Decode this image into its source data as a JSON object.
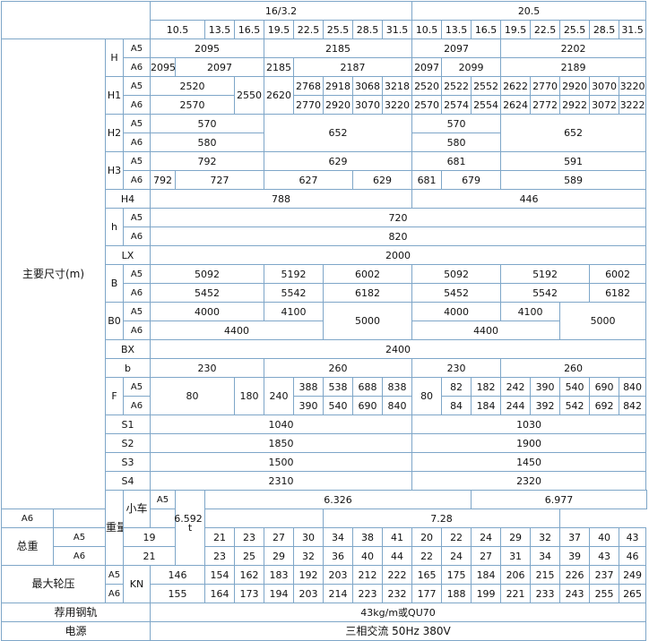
{
  "groups": {
    "main_dims": "主要尺寸(m)",
    "weight": "重量",
    "trolley": "小车",
    "total_weight": "总重",
    "max_wheel_load": "最大轮压",
    "rail": "荐用钢轨",
    "power": "电源"
  },
  "units": {
    "t": "t",
    "kn": "KN"
  },
  "work_classes": {
    "a5": "A5",
    "a6": "A6"
  },
  "capacities": [
    "16/3.2",
    "20.5"
  ],
  "spans": [
    "10.5",
    "13.5",
    "16.5",
    "19.5",
    "22.5",
    "25.5",
    "28.5",
    "31.5",
    "10.5",
    "13.5",
    "16.5",
    "19.5",
    "22.5",
    "25.5",
    "28.5",
    "31.5"
  ],
  "params": {
    "H": "H",
    "H1": "H1",
    "H2": "H2",
    "H3": "H3",
    "H4": "H4",
    "h": "h",
    "LX": "LX",
    "B": "B",
    "B0": "B0",
    "BX": "BX",
    "b": "b",
    "F": "F",
    "S1": "S1",
    "S2": "S2",
    "S3": "S3",
    "S4": "S4"
  },
  "values": {
    "H": {
      "a5": [
        "2095",
        "2185",
        "2097",
        "2202"
      ],
      "a6": [
        "2095",
        "2097",
        "2185",
        "2187",
        "2097",
        "2099",
        "2189"
      ]
    },
    "H1": {
      "a5": [
        "2520",
        "2550",
        "2620",
        "2768",
        "2918",
        "3068",
        "3218",
        "2520",
        "2522",
        "2552",
        "2622",
        "2770",
        "2920",
        "3070",
        "3220"
      ],
      "a6": [
        "2570",
        "2770",
        "2920",
        "3070",
        "3220",
        "2570",
        "2574",
        "2554",
        "2624",
        "2772",
        "2922",
        "3072",
        "3222"
      ]
    },
    "H2": {
      "a5": [
        "570",
        "652",
        "570",
        "652"
      ],
      "a6": [
        "580",
        "580"
      ]
    },
    "H3": {
      "a5": [
        "792",
        "629",
        "681",
        "591"
      ],
      "a6": [
        "792",
        "727",
        "627",
        "629",
        "681",
        "679",
        "589"
      ]
    },
    "H4": [
      "788",
      "446"
    ],
    "h": {
      "a5": "720",
      "a6": "820"
    },
    "LX": "2000",
    "B": {
      "a5": [
        "5092",
        "5192",
        "6002",
        "5092",
        "5192",
        "6002"
      ],
      "a6": [
        "5452",
        "5542",
        "6182",
        "5452",
        "5542",
        "6182"
      ]
    },
    "B0": {
      "a5": [
        "4000",
        "4100",
        "5000",
        "4000",
        "4100",
        "5000"
      ],
      "a6": [
        "4400",
        "4400"
      ]
    },
    "BX": "2400",
    "b": [
      "230",
      "260",
      "230",
      "260"
    ],
    "F": {
      "shared": [
        "80",
        "180",
        "240",
        "80"
      ],
      "a5": [
        "388",
        "538",
        "688",
        "838",
        "82",
        "182",
        "242",
        "390",
        "540",
        "840"
      ],
      "a6": [
        "390",
        "540",
        "690",
        "840",
        "84",
        "184",
        "244",
        "392",
        "542",
        "692",
        "842"
      ],
      "a5_mid": "690"
    },
    "S1": [
      "1040",
      "1030"
    ],
    "S2": [
      "1850",
      "1900"
    ],
    "S3": [
      "1500",
      "1450"
    ],
    "S4": [
      "2310",
      "2320"
    ],
    "trolley": {
      "a5": [
        "6.326",
        "6.977"
      ],
      "a6": [
        "6.592",
        "7.28"
      ]
    },
    "total": {
      "a5": [
        "19",
        "21",
        "23",
        "27",
        "30",
        "34",
        "38",
        "41",
        "20",
        "22",
        "24",
        "29",
        "32",
        "37",
        "40",
        "43"
      ],
      "a6": [
        "21",
        "23",
        "25",
        "29",
        "32",
        "36",
        "40",
        "44",
        "22",
        "24",
        "27",
        "31",
        "34",
        "39",
        "43",
        "46"
      ]
    },
    "wheel": {
      "a5": [
        "146",
        "154",
        "162",
        "183",
        "192",
        "203",
        "212",
        "222",
        "165",
        "175",
        "184",
        "206",
        "215",
        "226",
        "237",
        "249"
      ],
      "a6": [
        "155",
        "164",
        "173",
        "194",
        "203",
        "214",
        "223",
        "232",
        "177",
        "188",
        "199",
        "221",
        "233",
        "243",
        "255",
        "265"
      ]
    },
    "rail": "43kg/m或QU70",
    "power": "三相交流 50Hz 380V"
  }
}
